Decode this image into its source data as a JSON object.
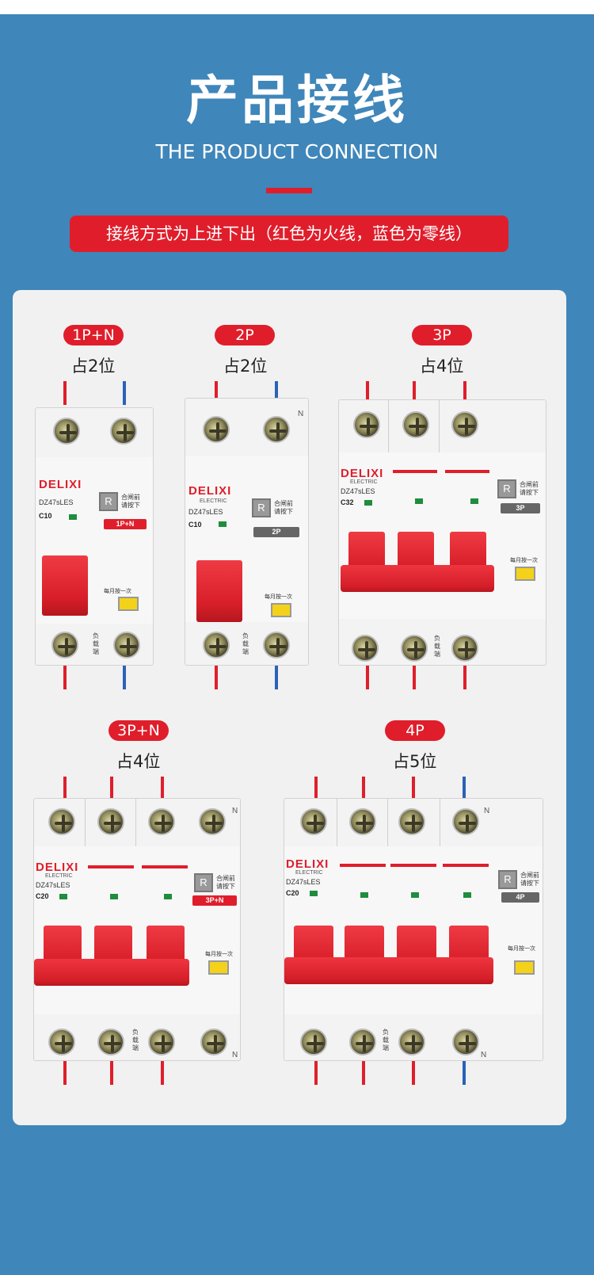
{
  "header": {
    "title": "产品接线",
    "subtitle": "THE PRODUCT CONNECTION",
    "banner": "接线方式为上进下出（红色为火线，蓝色为零线）"
  },
  "colors": {
    "background": "#3f86ba",
    "accent": "#e01e2b",
    "live_wire": "#e01e2b",
    "neutral_wire": "#2a62b8"
  },
  "products": [
    {
      "label": "1P+N",
      "occupy": "占2位",
      "tag": "1P+N",
      "rating": "C10",
      "wires_top": [
        "red",
        "blue"
      ],
      "wires_bottom": [
        "red",
        "blue"
      ]
    },
    {
      "label": "2P",
      "occupy": "占2位",
      "tag": "2P",
      "rating": "C10",
      "wires_top": [
        "red",
        "blue"
      ],
      "wires_bottom": [
        "red",
        "blue"
      ]
    },
    {
      "label": "3P",
      "occupy": "占4位",
      "tag": "3P",
      "rating": "C32",
      "wires_top": [
        "red",
        "red",
        "red"
      ],
      "wires_bottom": [
        "red",
        "red",
        "red"
      ]
    },
    {
      "label": "3P+N",
      "occupy": "占4位",
      "tag": "3P+N",
      "rating": "C20",
      "wires_top": [
        "red",
        "red",
        "red"
      ],
      "wires_bottom": [
        "red",
        "red",
        "red"
      ]
    },
    {
      "label": "4P",
      "occupy": "占5位",
      "tag": "4P",
      "rating": "C20",
      "wires_top": [
        "red",
        "red",
        "red",
        "blue"
      ],
      "wires_bottom": [
        "red",
        "red",
        "red",
        "blue"
      ]
    }
  ],
  "device": {
    "brand": "DELIXI",
    "brand_sub": "ELECTRIC",
    "model": "DZ47sLES",
    "reset_letter": "R",
    "reset_note_1": "合闸前",
    "reset_note_2": "请按下",
    "test_note": "每月按一次",
    "load_label": "负载端",
    "neutral_mark": "N"
  }
}
